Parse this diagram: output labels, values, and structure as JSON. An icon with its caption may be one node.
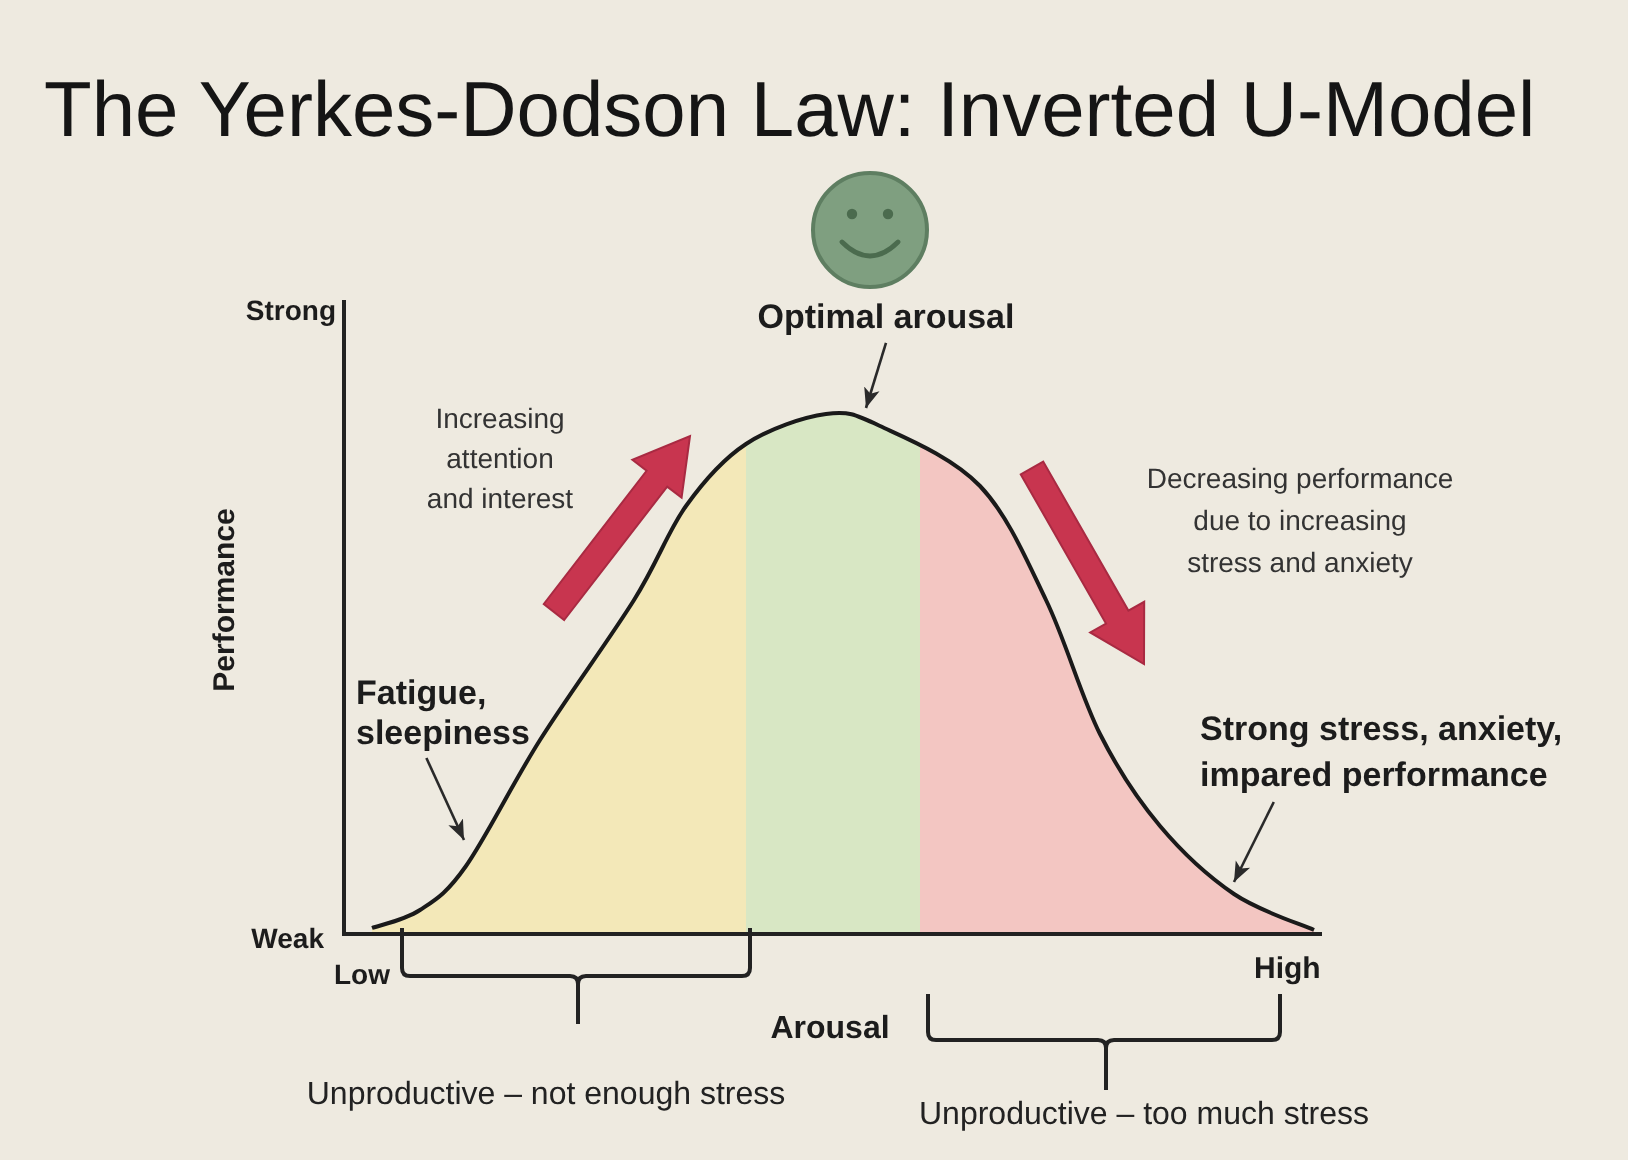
{
  "diagram": {
    "title": "The Yerkes-Dodson Law: Inverted U-Model",
    "nodes": [
      {
        "text": [
          "Optimal arousal"
        ]
      },
      {
        "text": [
          "Fatigue, sleepiness"
        ]
      },
      {
        "text": [
          "Strong stress, anxiety, impared performance"
        ]
      }
    ],
    "edges": [
      {
        "from": 0,
        "to": null,
        "arrow": "to"
      },
      {
        "from": 1,
        "to": null,
        "arrow": "to"
      },
      {
        "from": 2,
        "to": null,
        "arrow": "to"
      }
    ],
    "labels": [
      "Strong",
      "Increasing attention and interest",
      "Decreasing performance due to increasing stress and anxiety",
      "Performance",
      "Weak",
      "Low",
      "High",
      "Arousal",
      "Unproductive – not enough stress",
      "Unproductive – too much stress"
    ]
  }
}
